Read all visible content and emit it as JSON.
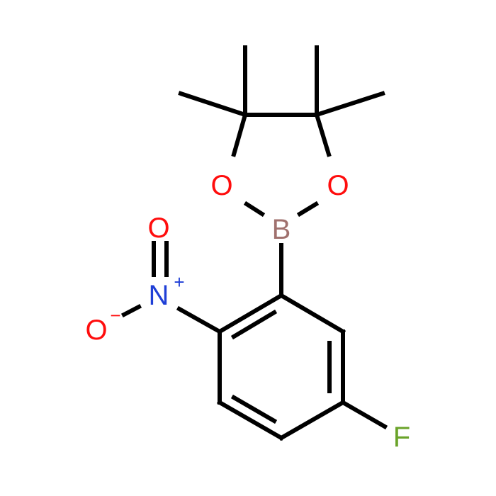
{
  "molecule": {
    "atoms": {
      "o_ring_left": {
        "symbol": "O",
        "color": "#ff0d0d"
      },
      "o_ring_right": {
        "symbol": "O",
        "color": "#ff0d0d"
      },
      "boron": {
        "symbol": "B",
        "color": "#a0716e"
      },
      "nitrogen": {
        "symbol": "N",
        "color": "#1f3fd6",
        "charge": "+"
      },
      "o_nitro_top": {
        "symbol": "O",
        "color": "#ff0d0d"
      },
      "o_nitro_minus": {
        "symbol": "O",
        "color": "#ff0d0d",
        "charge": "−"
      },
      "fluorine": {
        "symbol": "F",
        "color": "#6aa32a"
      }
    }
  }
}
